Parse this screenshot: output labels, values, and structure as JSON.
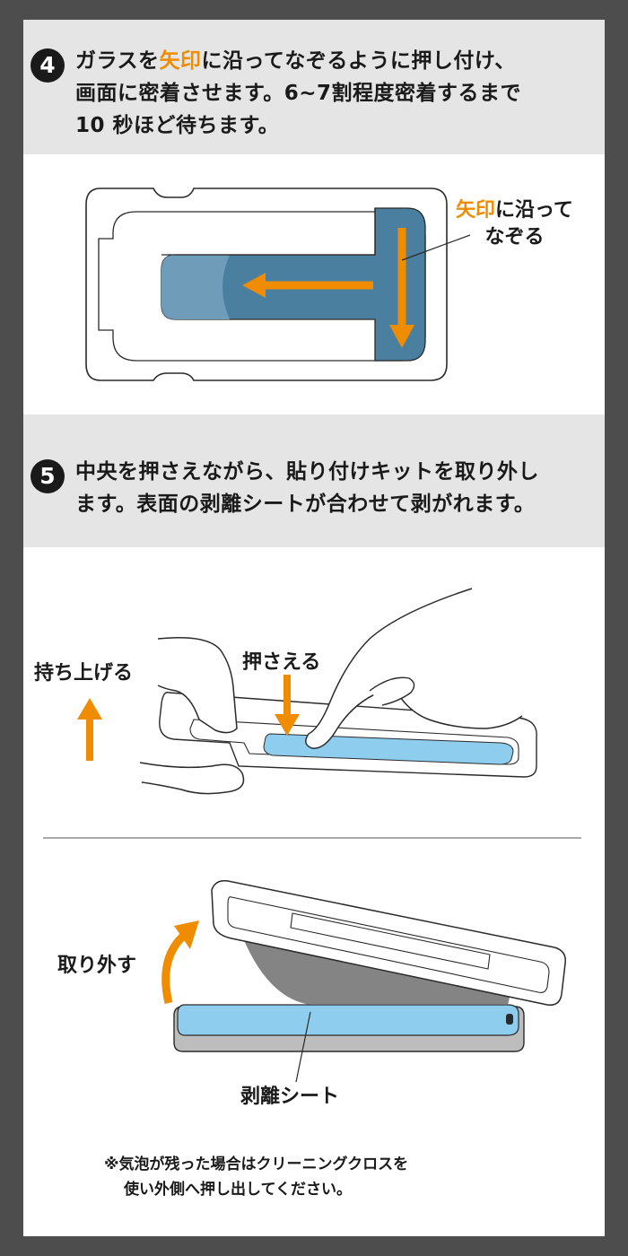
{
  "step4": {
    "number": "4",
    "line1_a": "ガラスを",
    "line1_highlight": "矢印",
    "line1_b": "に沿ってなぞるように押し付け、",
    "line2": "画面に密着させます。6~7割程度密着するまで",
    "line3": "10 秒ほど待ちます。",
    "callout_highlight": "矢印",
    "callout_a": "に沿って",
    "callout_b": "なぞる"
  },
  "step5": {
    "number": "5",
    "line1": "中央を押さえながら、貼り付けキットを取り外し",
    "line2": "ます。表面の剥離シートが合わせて剥がれます。",
    "label_lift": "持ち上げる",
    "label_press": "押さえる",
    "label_remove": "取り外す",
    "label_sheet": "剥離シート"
  },
  "note": {
    "line1": "※気泡が残った場合はクリーニングクロスを",
    "line2": "使い外側へ押し出してください。"
  },
  "colors": {
    "accent_orange": "#f08c00",
    "screen_blue": "#4a7fa0",
    "film_blue": "#8fcdef",
    "band_gray": "#e6e5e5"
  }
}
